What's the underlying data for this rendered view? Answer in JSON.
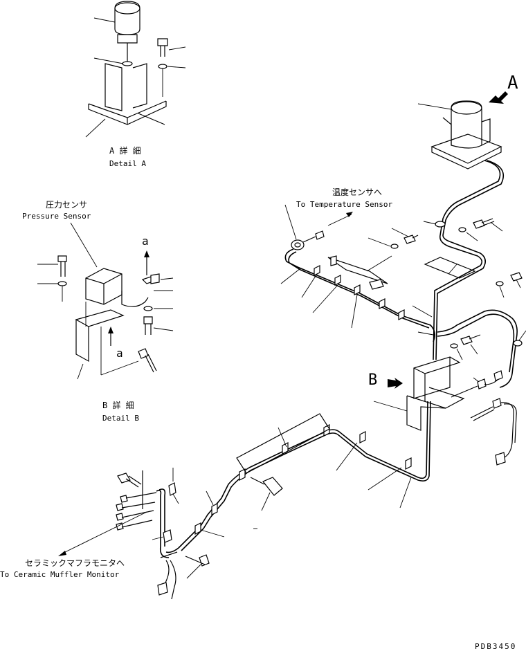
{
  "detail_a": {
    "title_jp": "A 詳 細",
    "title_en": "Detail A"
  },
  "detail_b": {
    "title_jp": "B 詳 細",
    "title_en": "Detail B"
  },
  "pressure_sensor": {
    "label_jp": "圧力センサ",
    "label_en": "Pressure Sensor"
  },
  "temperature_sensor": {
    "label_jp": "温度センサへ",
    "label_en": "To Temperature Sensor"
  },
  "ceramic_muffler": {
    "label_jp": "セラミックマフラモニタへ",
    "label_en": "To Ceramic Muffler Monitor"
  },
  "view_markers": {
    "a_upper": "a",
    "a_lower": "a",
    "view_a": "A",
    "view_b": "B"
  },
  "drawing_code": "PDB3450"
}
